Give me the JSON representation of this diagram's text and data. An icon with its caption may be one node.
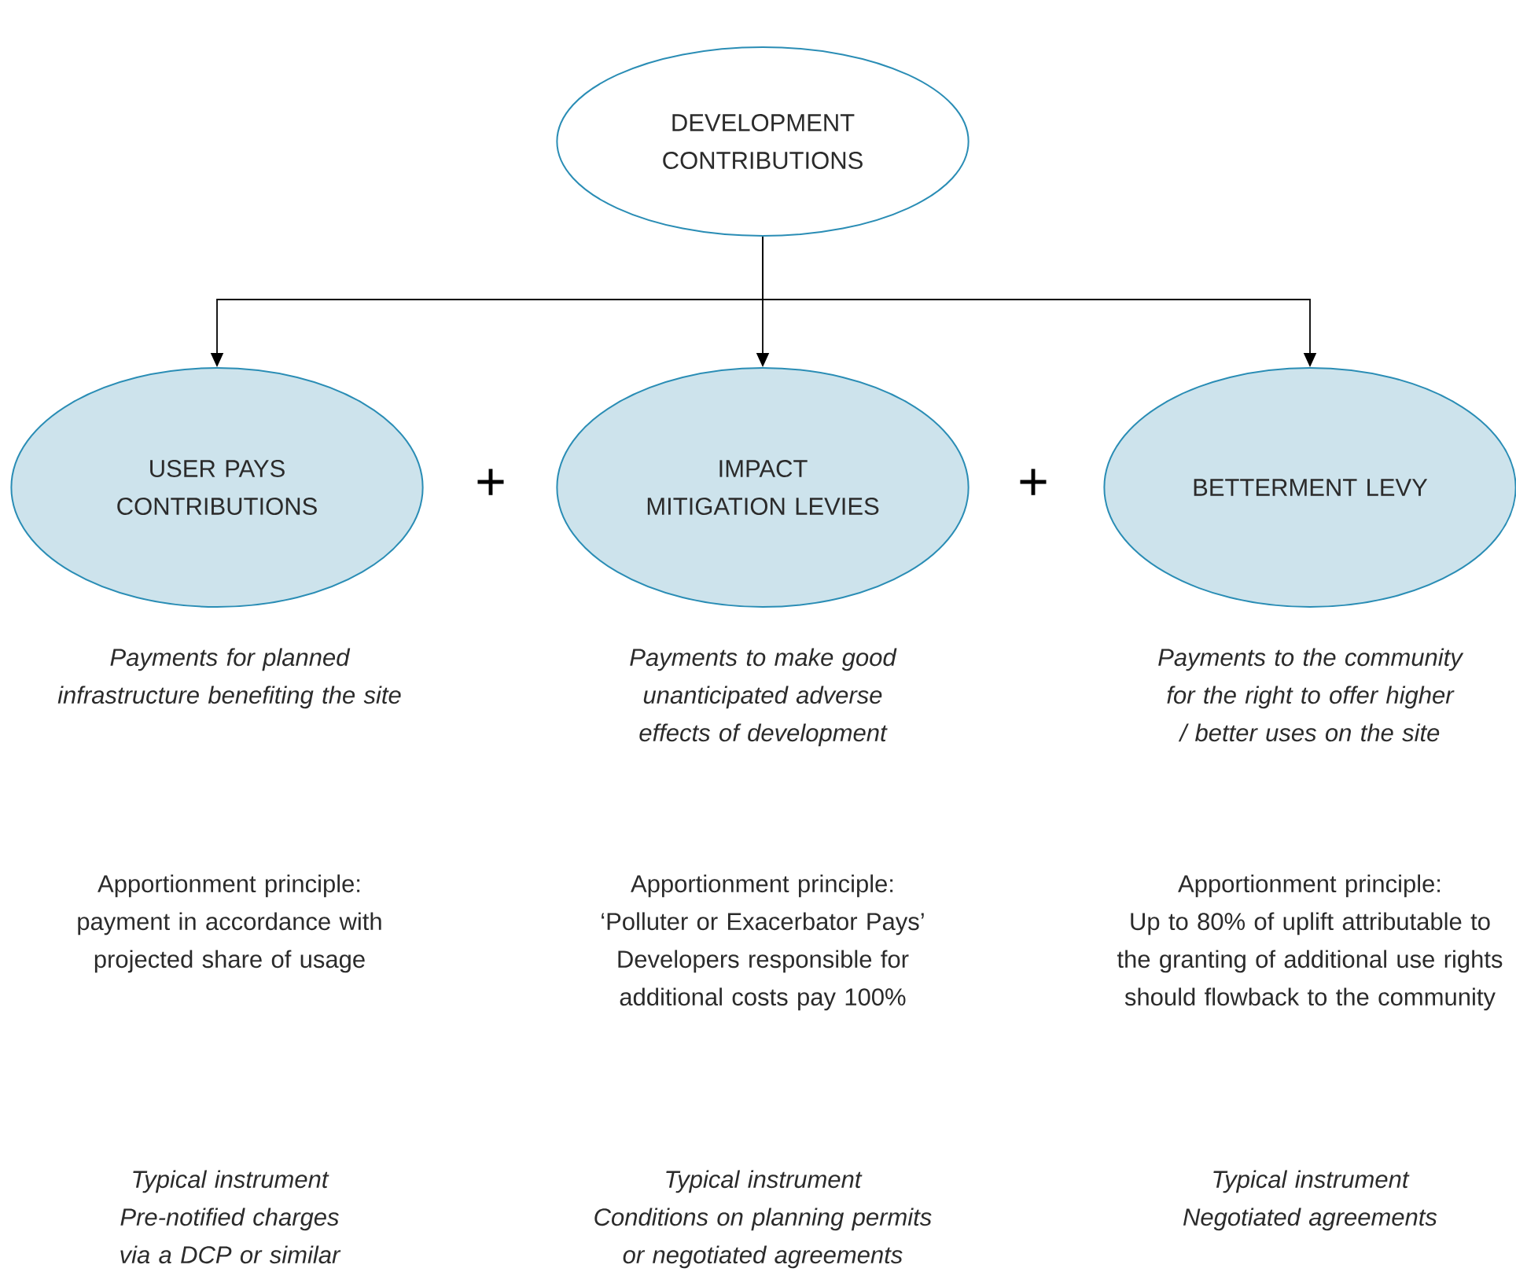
{
  "diagram": {
    "nodes": [
      {
        "text": [
          "DEVELOPMENT CONTRIBUTIONS"
        ]
      },
      {
        "text": [
          "USER PAYS CONTRIBUTIONS"
        ]
      },
      {
        "text": [
          "IMPACT MITIGATION LEVIES"
        ]
      },
      {
        "text": [
          "BETTERMENT LEVY"
        ]
      }
    ],
    "edges": [
      {
        "from": 0,
        "to": 1,
        "arrow": "to"
      },
      {
        "from": 0,
        "to": 2,
        "arrow": "to"
      },
      {
        "from": 0,
        "to": 3,
        "arrow": "to"
      }
    ],
    "labels": [
      "+",
      "+",
      "Payments for planned infrastructure benefiting the site",
      "Payments to make good unanticipated adverse effects of development",
      "Payments to the community for the right to offer higher / better uses on the site",
      "Apportionment principle:",
      "payment in accordance with projected share of usage",
      "Apportionment principle:",
      "‘Polluter or Exacerbator Pays’ Developers responsible for additional costs pay 100%",
      "Apportionment principle:",
      "Up to 80% of uplift attributable to the granting of additional use rights should flowback to the community",
      "Typical instrument",
      "Pre-notified charges via a DCP or similar",
      "Typical instrument",
      "Conditions on planning permits or negotiated agreements",
      "Typical instrument",
      "Negotiated agreements"
    ]
  }
}
